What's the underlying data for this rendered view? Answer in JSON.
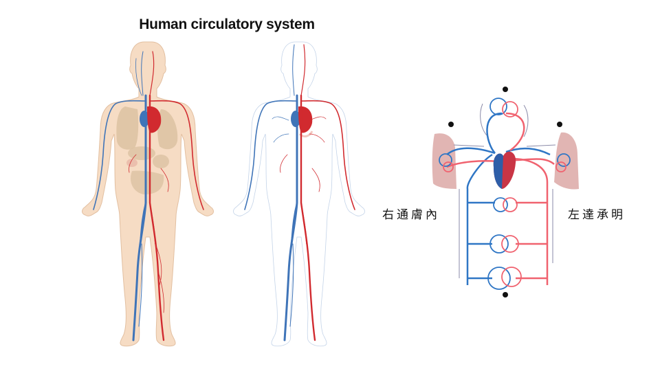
{
  "title": "Human circulatory system",
  "colors": {
    "vein_blue": "#3f74b8",
    "artery_red": "#d12a2f",
    "skin": "#f6dcc4",
    "organ": "#dcc2a2",
    "lung_pink": "#d9a3a0",
    "loop_blue": "#2f76c5",
    "loop_red": "#f0626f",
    "heart_red": "#c93545",
    "heart_blue": "#2e5ea8"
  },
  "figures": [
    {
      "id": "body-with-skin",
      "description": "Human figure with skin, organs, veins (blue) and arteries (red)"
    },
    {
      "id": "vessels-only",
      "description": "Human figure showing only veins (blue) and arteries (red)"
    },
    {
      "id": "schematic",
      "description": "Schematic circulation loops: head, lungs, heart, body organs"
    }
  ],
  "labels": {
    "left": "右通膚內",
    "right": "左達承明"
  },
  "markers": [
    "top",
    "left-lung",
    "right-lung",
    "bottom"
  ]
}
